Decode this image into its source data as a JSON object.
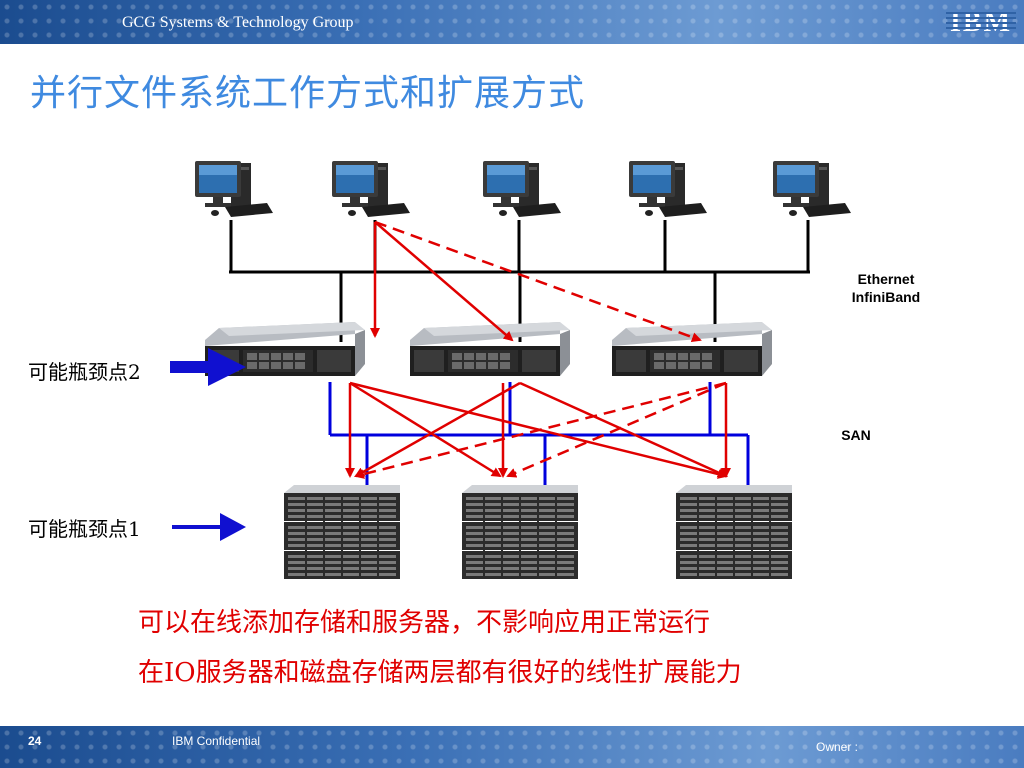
{
  "header": {
    "company": "GCG Systems & Technology Group",
    "logo_text": "IBM"
  },
  "slide": {
    "title": "并行文件系统工作方式和扩展方式",
    "network_label_1": "Ethernet",
    "network_label_2": "InfiniBand",
    "san_label": "SAN",
    "bottleneck_2": "可能瓶颈点2",
    "bottleneck_1": "可能瓶颈点1",
    "notes": [
      "可以在线添加存储和服务器，不影响应用正常运行",
      "在IO服务器和磁盘存储两层都有很好的线性扩展能力"
    ]
  },
  "footer": {
    "page_number": "24",
    "confidential": "IBM Confidential",
    "owner": "Owner :"
  },
  "colors": {
    "header_blue": "#1b4c8f",
    "title_blue": "#3f8ae0",
    "arrow_red": "#e00000",
    "san_blue": "#0000dd",
    "note_red": "#e00000"
  }
}
